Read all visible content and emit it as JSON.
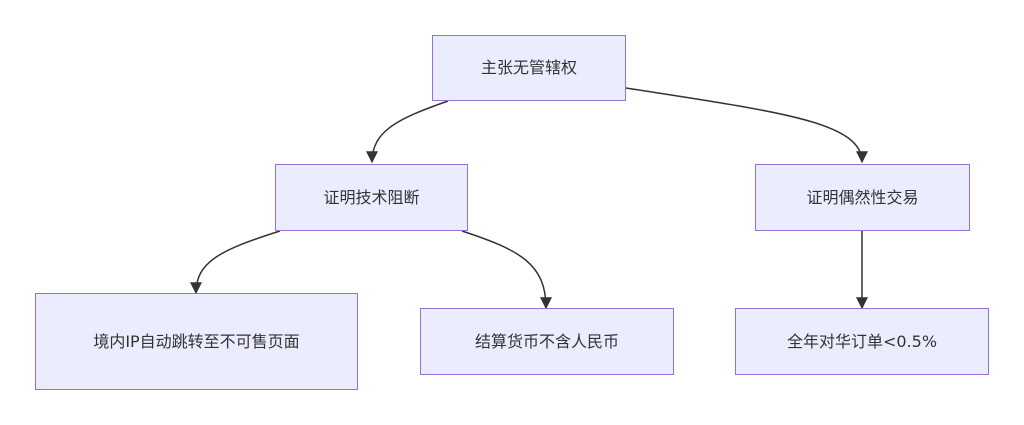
{
  "diagram": {
    "nodes": {
      "root": "主张无管辖权",
      "tech": "证明技术阻断",
      "accidental": "证明偶然性交易",
      "redirect": "境内IP自动跳转至不可售页面",
      "currency": "结算货币不含人民币",
      "orders": "全年对华订单<0.5%"
    },
    "edges": [
      {
        "from": "root",
        "to": "tech"
      },
      {
        "from": "root",
        "to": "accidental"
      },
      {
        "from": "tech",
        "to": "redirect"
      },
      {
        "from": "tech",
        "to": "currency"
      },
      {
        "from": "accidental",
        "to": "orders"
      }
    ],
    "colors": {
      "node_fill": "#ECECFF",
      "node_border": "#9370DB",
      "edge": "#333333",
      "text": "#333333"
    }
  }
}
